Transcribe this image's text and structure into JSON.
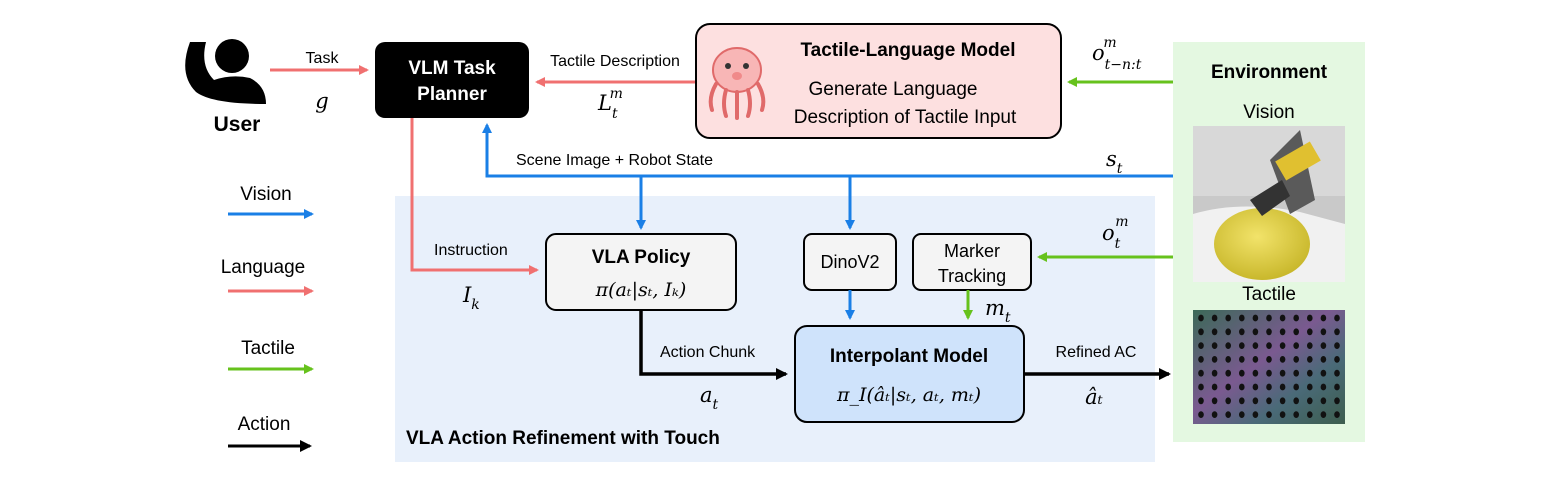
{
  "colors": {
    "vision": "#1a7fe6",
    "language": "#f07070",
    "tactile": "#66c21c",
    "action": "#000000",
    "refinement_bg": "#e8f0fb",
    "environment_bg": "#e4f8e1",
    "tlm_bg": "#fde0e0",
    "interp_bg": "#cfe3fb"
  },
  "icons": [
    "user-icon",
    "octopus-icon",
    "robot-vision-photo",
    "tactile-sensor-photo"
  ],
  "user": {
    "label": "User"
  },
  "task_arrow": {
    "label": "Task",
    "symbol": "g"
  },
  "planner": {
    "line1": "VLM Task",
    "line2": "Planner"
  },
  "tactile_desc": {
    "label": "Tactile Description",
    "symbol_base": "L",
    "symbol_sub": "t",
    "symbol_sup": "m"
  },
  "tlm": {
    "title": "Tactile-Language Model",
    "line1": "Generate Language",
    "line2": "Description of Tactile Input"
  },
  "obs_hist": {
    "base": "o",
    "sub": "t−n:t",
    "sup": "m"
  },
  "environment": {
    "title": "Environment",
    "vision": "Vision",
    "tactile": "Tactile"
  },
  "scene": {
    "label": "Scene Image + Robot State",
    "symbol_base": "s",
    "symbol_sub": "t"
  },
  "legend": {
    "vision": "Vision",
    "language": "Language",
    "tactile": "Tactile",
    "action": "Action"
  },
  "instruction": {
    "label": "Instruction",
    "symbol_base": "I",
    "symbol_sub": "k"
  },
  "vla": {
    "title": "VLA Policy",
    "formula": "π(aₜ|sₜ, Iₖ)"
  },
  "dino": {
    "label": "DinoV2"
  },
  "marker": {
    "line1": "Marker",
    "line2": "Tracking"
  },
  "obs": {
    "base": "o",
    "sub": "t",
    "sup": "m"
  },
  "mt": {
    "base": "m",
    "sub": "t"
  },
  "action_chunk": {
    "label": "Action Chunk",
    "symbol_base": "a",
    "symbol_sub": "t"
  },
  "interp": {
    "title": "Interpolant Model",
    "formula": "π_I(âₜ|sₜ, aₜ, mₜ)"
  },
  "refined": {
    "label": "Refined AC",
    "symbol": "âₜ"
  },
  "refinement_panel": {
    "title": "VLA Action Refinement with Touch"
  }
}
